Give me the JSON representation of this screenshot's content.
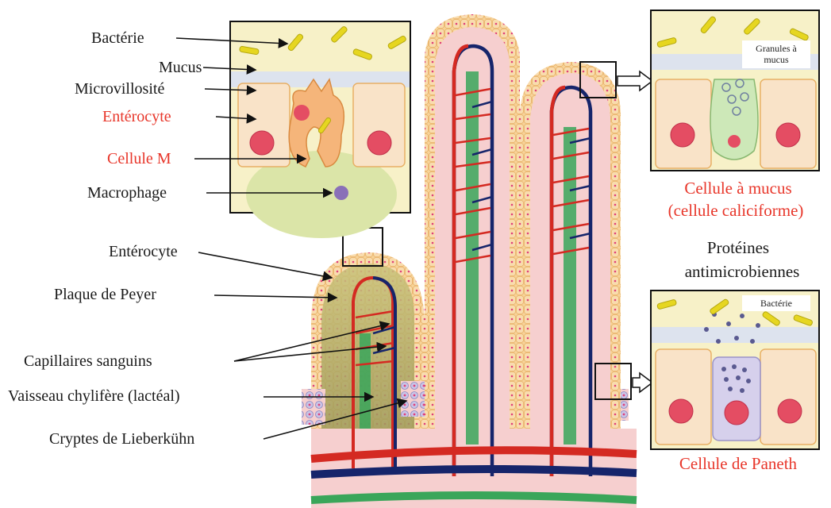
{
  "left_labels": {
    "bacterie": "Bactérie",
    "mucus": "Mucus",
    "microvillosite": "Microvillosité",
    "enterocyte_top": "Entérocyte",
    "cellule_m": "Cellule M",
    "macrophage": "Macrophage",
    "enterocyte": "Entérocyte",
    "plaque_peyer": "Plaque de Peyer",
    "capillaires": "Capillaires sanguins",
    "vaisseau": "Vaisseau chylifère (lactéal)",
    "cryptes": "Cryptes de Lieberkühn"
  },
  "right_panel_top": {
    "inset_label": "Granules à mucus",
    "caption_line1": "Cellule à mucus",
    "caption_line2": "(cellule caliciforme)"
  },
  "right_panel_middle": {
    "caption_line1": "Protéines",
    "caption_line2": "antimicrobiennes"
  },
  "right_panel_bottom": {
    "inset_label": "Bactérie",
    "caption": "Cellule de Paneth"
  },
  "colors": {
    "label_red": "#e8362a",
    "artery_red": "#d42a22",
    "vein_blue": "#16256b",
    "lacteal_green": "#3aa65a",
    "tissue_pink": "#f6cfcf",
    "epithelium": "#f7d49a",
    "mucus_yellow": "#e6d620"
  }
}
